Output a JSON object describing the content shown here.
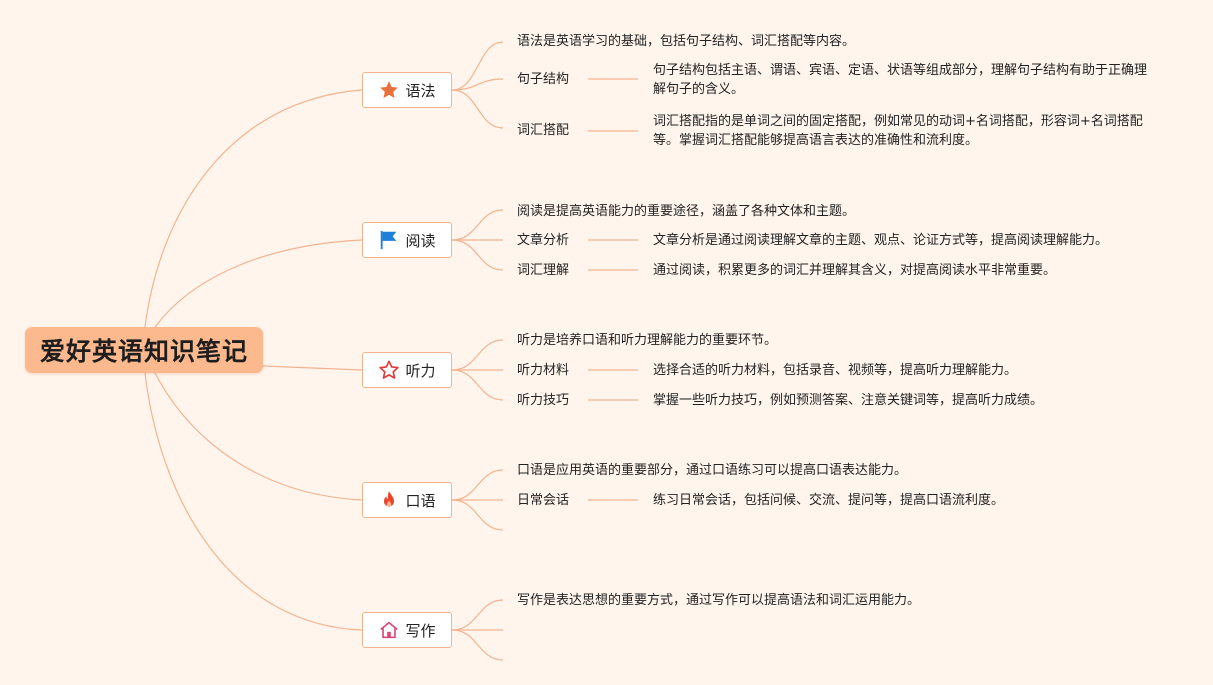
{
  "root": {
    "title": "爱好英语知识笔记"
  },
  "colors": {
    "background": "#fff5ec",
    "root_fill": "#fdb98e",
    "line": "#f4b38f",
    "topic_border": "#f4b38f"
  },
  "topics": [
    {
      "label": "语法",
      "icon": "star-filled-icon",
      "summary": "语法是英语学习的基础，包括句子结构、词汇搭配等内容。",
      "subs": [
        {
          "label": "句子结构",
          "detail": "句子结构包括主语、谓语、宾语、定语、状语等组成部分，理解句子结构有助于正确理解句子的含义。"
        },
        {
          "label": "词汇搭配",
          "detail": "词汇搭配指的是单词之间的固定搭配，例如常见的动词+名词搭配，形容词+名词搭配等。掌握词汇搭配能够提高语言表达的准确性和流利度。"
        }
      ]
    },
    {
      "label": "阅读",
      "icon": "flag-icon",
      "summary": "阅读是提高英语能力的重要途径，涵盖了各种文体和主题。",
      "subs": [
        {
          "label": "文章分析",
          "detail": "文章分析是通过阅读理解文章的主题、观点、论证方式等，提高阅读理解能力。"
        },
        {
          "label": "词汇理解",
          "detail": "通过阅读，积累更多的词汇并理解其含义，对提高阅读水平非常重要。"
        }
      ]
    },
    {
      "label": "听力",
      "icon": "star-outline-icon",
      "summary": "听力是培养口语和听力理解能力的重要环节。",
      "subs": [
        {
          "label": "听力材料",
          "detail": "选择合适的听力材料，包括录音、视频等，提高听力理解能力。"
        },
        {
          "label": "听力技巧",
          "detail": "掌握一些听力技巧，例如预测答案、注意关键词等，提高听力成绩。"
        }
      ]
    },
    {
      "label": "口语",
      "icon": "fire-icon",
      "summary": "口语是应用英语的重要部分，通过口语练习可以提高口语表达能力。",
      "subs": [
        {
          "label": "日常会话",
          "detail": "练习日常会话，包括问候、交流、提问等，提高口语流利度。"
        }
      ]
    },
    {
      "label": "写作",
      "icon": "house-icon",
      "summary": "写作是表达思想的重要方式，通过写作可以提高语法和词汇运用能力。",
      "subs": []
    }
  ]
}
